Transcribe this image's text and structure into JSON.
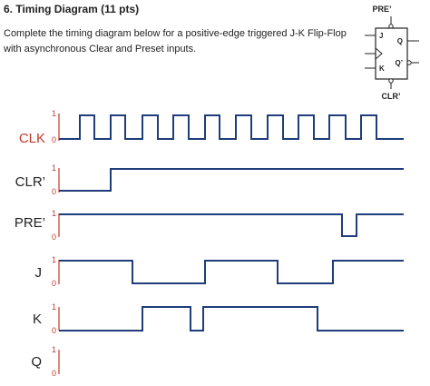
{
  "header": {
    "title": "6. Timing Diagram (11 pts)",
    "instruction": "Complete the timing diagram below for a positive-edge triggered J-K Flip-Flop with asynchronous Clear and Preset inputs."
  },
  "flipflop": {
    "pre_label": "PRE’",
    "clr_label": "CLR’",
    "j_label": "J",
    "k_label": "K",
    "q_label": "Q",
    "qn_label": "Q’"
  },
  "timing": {
    "signals": [
      {
        "name": "CLK",
        "high": "1",
        "low": "0",
        "color": "#c0392b"
      },
      {
        "name": "CLR’",
        "high": "1",
        "low": "0"
      },
      {
        "name": "PRE’",
        "high": "1",
        "low": "0"
      },
      {
        "name": "J",
        "high": "1",
        "low": "0"
      },
      {
        "name": "K",
        "high": "1",
        "low": "0"
      },
      {
        "name": "Q",
        "high": "1",
        "low": "0"
      }
    ],
    "colors": {
      "waveform": "#1f3d7a",
      "axis": "#c0392b"
    }
  }
}
